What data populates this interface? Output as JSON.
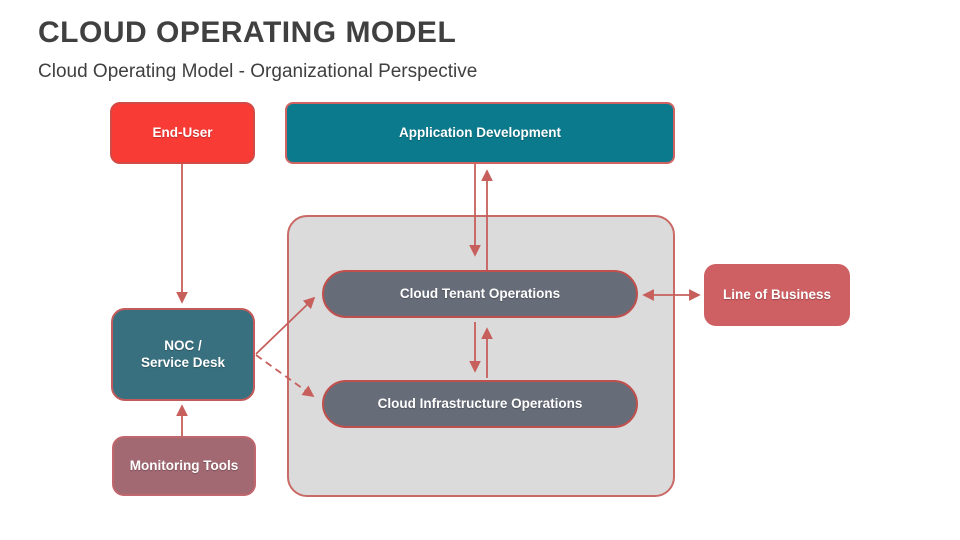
{
  "header": {
    "title": "CLOUD OPERATING MODEL",
    "subtitle": "Cloud Operating Model - Organizational Perspective"
  },
  "nodes": {
    "end_user": {
      "label": "End-User"
    },
    "application_development": {
      "label": "Application Development"
    },
    "noc_service_desk": {
      "label_line1": "NOC /",
      "label_line2": "Service Desk"
    },
    "monitoring_tools": {
      "label": "Monitoring Tools"
    },
    "line_of_business": {
      "label": "Line of Business"
    },
    "cloud_tenant_operations": {
      "label": "Cloud Tenant Operations"
    },
    "cloud_infrastructure_operations": {
      "label": "Cloud Infrastructure Operations"
    }
  },
  "edges": [
    {
      "from": "end_user",
      "to": "noc_service_desk",
      "line": "solid",
      "arrow": "to"
    },
    {
      "from": "monitoring_tools",
      "to": "noc_service_desk",
      "line": "solid",
      "arrow": "to"
    },
    {
      "from": "application_development",
      "to": "cloud_tenant_operations",
      "line": "solid",
      "arrow": "to"
    },
    {
      "from": "cloud_tenant_operations",
      "to": "application_development",
      "line": "solid",
      "arrow": "to"
    },
    {
      "from": "cloud_tenant_operations",
      "to": "cloud_infrastructure_operations",
      "line": "solid",
      "arrow": "to"
    },
    {
      "from": "cloud_infrastructure_operations",
      "to": "cloud_tenant_operations",
      "line": "solid",
      "arrow": "to"
    },
    {
      "from": "noc_service_desk",
      "to": "cloud_tenant_operations",
      "line": "solid",
      "arrow": "to"
    },
    {
      "from": "noc_service_desk",
      "to": "cloud_infrastructure_operations",
      "line": "dashed",
      "arrow": "to"
    },
    {
      "from": "cloud_tenant_operations",
      "to": "line_of_business",
      "line": "solid",
      "arrow": "both"
    }
  ],
  "colors": {
    "title_text": "#404040",
    "accent_arrow": "#C7605C",
    "end_user_fill": "#F93B36",
    "end_user_border": "#D14B46",
    "app_dev_fill": "#0B7A8C",
    "teal_border": "#CE6361",
    "noc_fill": "#39707F",
    "noc_border": "#C25B5B",
    "monitoring_fill": "#A26973",
    "monitoring_border": "#C1666C",
    "lob_fill": "#CE5F62",
    "container_fill": "#DBDBDB",
    "container_border": "#C96A66",
    "pill_fill": "#666C78",
    "pill_border": "#C0504D",
    "node_text": "#FFFFFF"
  }
}
